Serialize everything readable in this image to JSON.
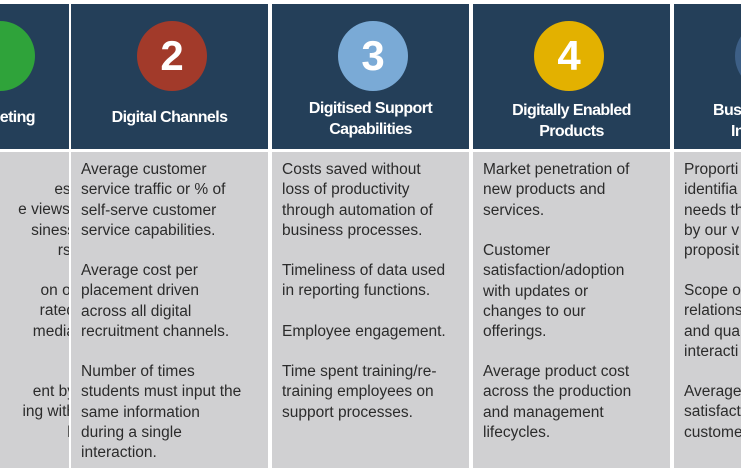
{
  "columns": [
    {
      "number": "",
      "color": "#2fa33a",
      "title": [
        "eting"
      ],
      "metrics": [
        [
          "es,",
          "e views)",
          "siness",
          "rs."
        ],
        [
          "on of",
          "rated",
          "media"
        ],
        [
          "ent by",
          "ing with",
          "l."
        ]
      ]
    },
    {
      "number": "2",
      "color": "#a23a2a",
      "title": [
        "Digital Channels"
      ],
      "metrics": [
        [
          "Average customer",
          "service traffic or % of",
          "self-serve customer",
          "service capabilities."
        ],
        [
          "Average cost per",
          "placement driven",
          "across all digital",
          "recruitment channels."
        ],
        [
          "Number of times",
          "students must input the",
          "same information",
          "during a single",
          "interaction."
        ]
      ]
    },
    {
      "number": "3",
      "color": "#7aaad6",
      "title": [
        "Digitised Support",
        "Capabilities"
      ],
      "metrics": [
        [
          "Costs saved without",
          "loss of productivity",
          "through automation of",
          "business processes."
        ],
        [
          "Timeliness of data used",
          "in reporting functions."
        ],
        [
          "Employee engagement."
        ],
        [
          "Time spent training/re-",
          "training employees on",
          "support processes."
        ]
      ]
    },
    {
      "number": "4",
      "color": "#e3b100",
      "title": [
        "Digitally Enabled",
        "Products"
      ],
      "metrics": [
        [
          "Market penetration of",
          "new products and",
          "services."
        ],
        [
          "Customer",
          "satisfaction/adoption",
          "with updates or",
          "changes to our",
          "offerings."
        ],
        [
          "Average product cost",
          "across the production",
          "and management",
          "lifecycles."
        ]
      ]
    },
    {
      "number": "",
      "color": "#3d5f86",
      "title": [
        "Bus",
        "In"
      ],
      "metrics": [
        [
          "Proporti",
          "identifia",
          "needs th",
          "by our v",
          "proposit"
        ],
        [
          "Scope o",
          "relations",
          "and qua",
          "interacti"
        ],
        [
          "Average",
          "satisfact",
          "custome"
        ]
      ]
    }
  ]
}
